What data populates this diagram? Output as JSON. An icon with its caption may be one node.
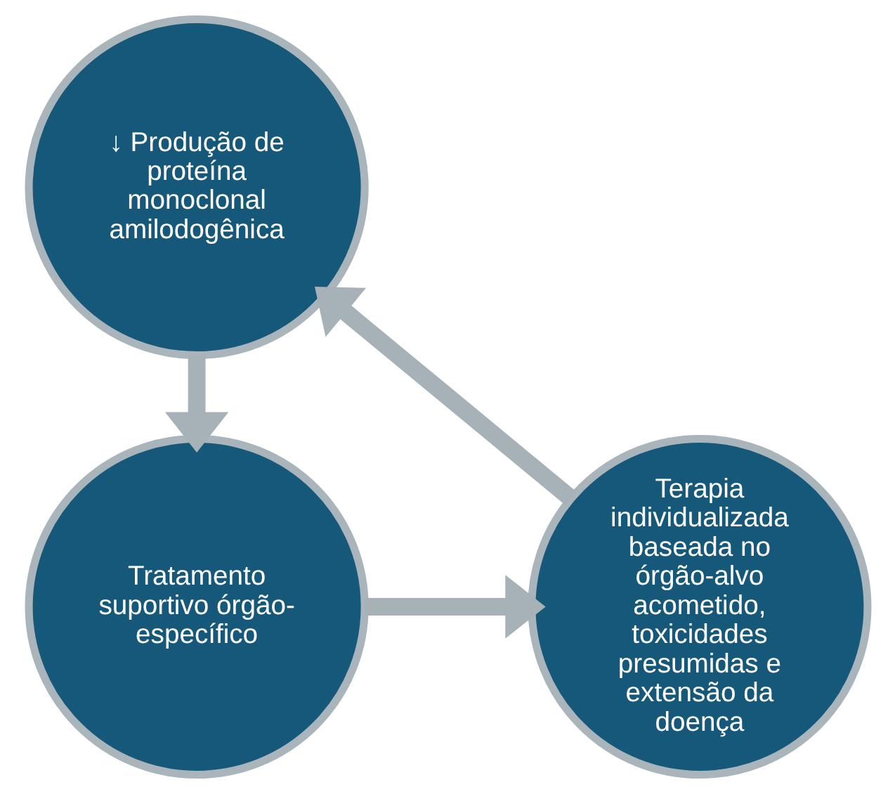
{
  "diagram": {
    "nodes": [
      {
        "text": [
          "↓ Produção de proteína monoclonal amilodogênica"
        ]
      },
      {
        "text": [
          "Tratamento suportivo órgão-específico"
        ]
      },
      {
        "text": [
          "Terapia individualizada baseada no órgão-alvo acometido, toxicidades presumidas e extensão da doença"
        ]
      }
    ],
    "edges": [
      {
        "from": 0,
        "to": 1,
        "arrow": "to"
      },
      {
        "from": 1,
        "to": 2,
        "arrow": "to"
      },
      {
        "from": 2,
        "to": 0,
        "arrow": "to"
      }
    ]
  }
}
